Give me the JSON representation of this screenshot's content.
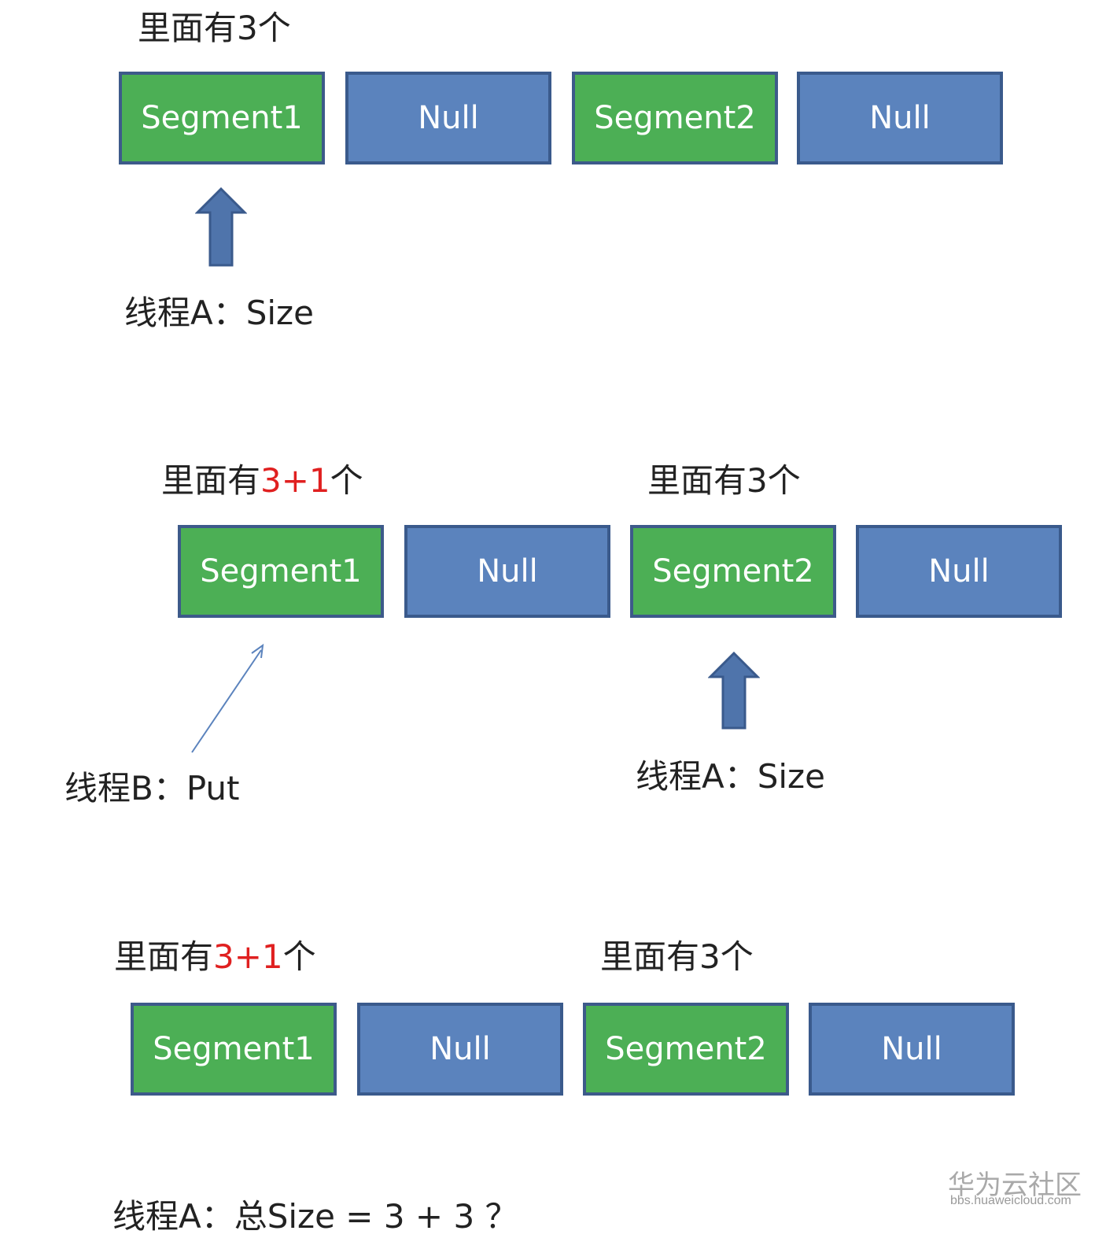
{
  "row1": {
    "count_label": "里面有3个",
    "boxes": [
      "Segment1",
      "Null",
      "Segment2",
      "Null"
    ],
    "thread_label": "线程A：Size"
  },
  "row2": {
    "count_label_left_prefix": "里面有",
    "count_label_left_highlight": "3+1",
    "count_label_left_suffix": "个",
    "count_label_right": "里面有3个",
    "boxes": [
      "Segment1",
      "Null",
      "Segment2",
      "Null"
    ],
    "thread_b_label": "线程B：Put",
    "thread_a_label": "线程A：Size"
  },
  "row3": {
    "count_label_left_prefix": "里面有",
    "count_label_left_highlight": "3+1",
    "count_label_left_suffix": "个",
    "count_label_right": "里面有3个",
    "boxes": [
      "Segment1",
      "Null",
      "Segment2",
      "Null"
    ],
    "total_label": "线程A：总Size = 3 + 3 ？"
  },
  "watermark": {
    "name": "华为云社区",
    "url": "bbs.huaweicloud.com"
  },
  "colors": {
    "segment": "#4caf55",
    "null": "#5b83bd",
    "arrow": "#4f74ab",
    "highlight": "#e02020"
  }
}
